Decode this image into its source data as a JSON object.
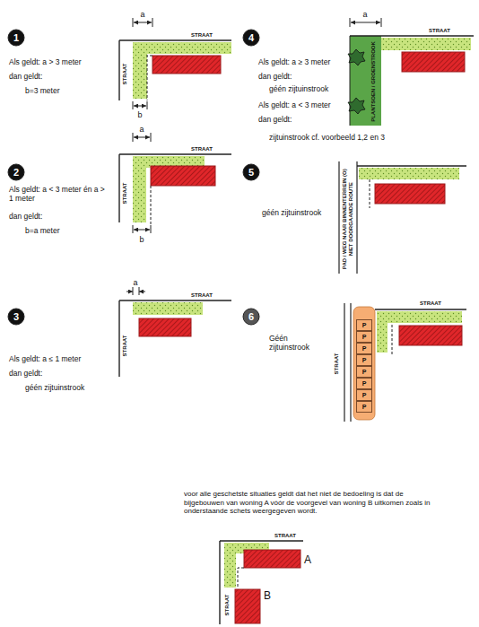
{
  "diagram": {
    "nodes": [
      {
        "text": [
          "PLANTSOEN / GROENSTROOK"
        ]
      },
      {
        "text": [
          "P"
        ]
      },
      {
        "text": [
          "P"
        ]
      },
      {
        "text": [
          "P"
        ]
      },
      {
        "text": [
          "P"
        ]
      },
      {
        "text": [
          "P"
        ]
      },
      {
        "text": [
          "P"
        ]
      },
      {
        "text": [
          "P"
        ]
      },
      {
        "text": [
          "P"
        ]
      }
    ],
    "labels": [
      "1",
      "a",
      "STRAAT",
      "STRAAT",
      "b",
      "Als geldt: a > 3 meter",
      "dan geldt:",
      "b=3 meter",
      "4",
      "a",
      "STRAAT",
      "Als geldt: a ≥ 3 meter",
      "dan geldt:",
      "géén zijtuinstrook",
      "Als geldt: a < 3 meter",
      "dan geldt:",
      "zijtuinstrook cf. voorbeeld 1,2 en 3",
      "2",
      "a",
      "STRAAT",
      "STRAAT",
      "b",
      "Als geldt: a < 3 meter én a > 1 meter",
      "dan geldt:",
      "b=a meter",
      "5",
      "géén zijtuinstrook",
      "PAD / WEG NAAR BINNENTERREIN (O) NIET DOORGAANDE ROUTE",
      "3",
      "a",
      "STRAAT",
      "STRAAT",
      "Als geldt: a ≤ 1 meter",
      "dan geldt:",
      "géén zijtuinstrook",
      "6",
      "Géén zijtuinstrook",
      "STRAAT",
      "STRAAT",
      "voor alle geschetste situaties geldt dat het niet de bedoeling is dat de bijgebouwen van woning A vóór de voorgevel van woning B uitkomen zoals in onderstaande schets weergegeven wordt.",
      "STRAAT",
      "STRAAT",
      "A",
      "B"
    ]
  }
}
